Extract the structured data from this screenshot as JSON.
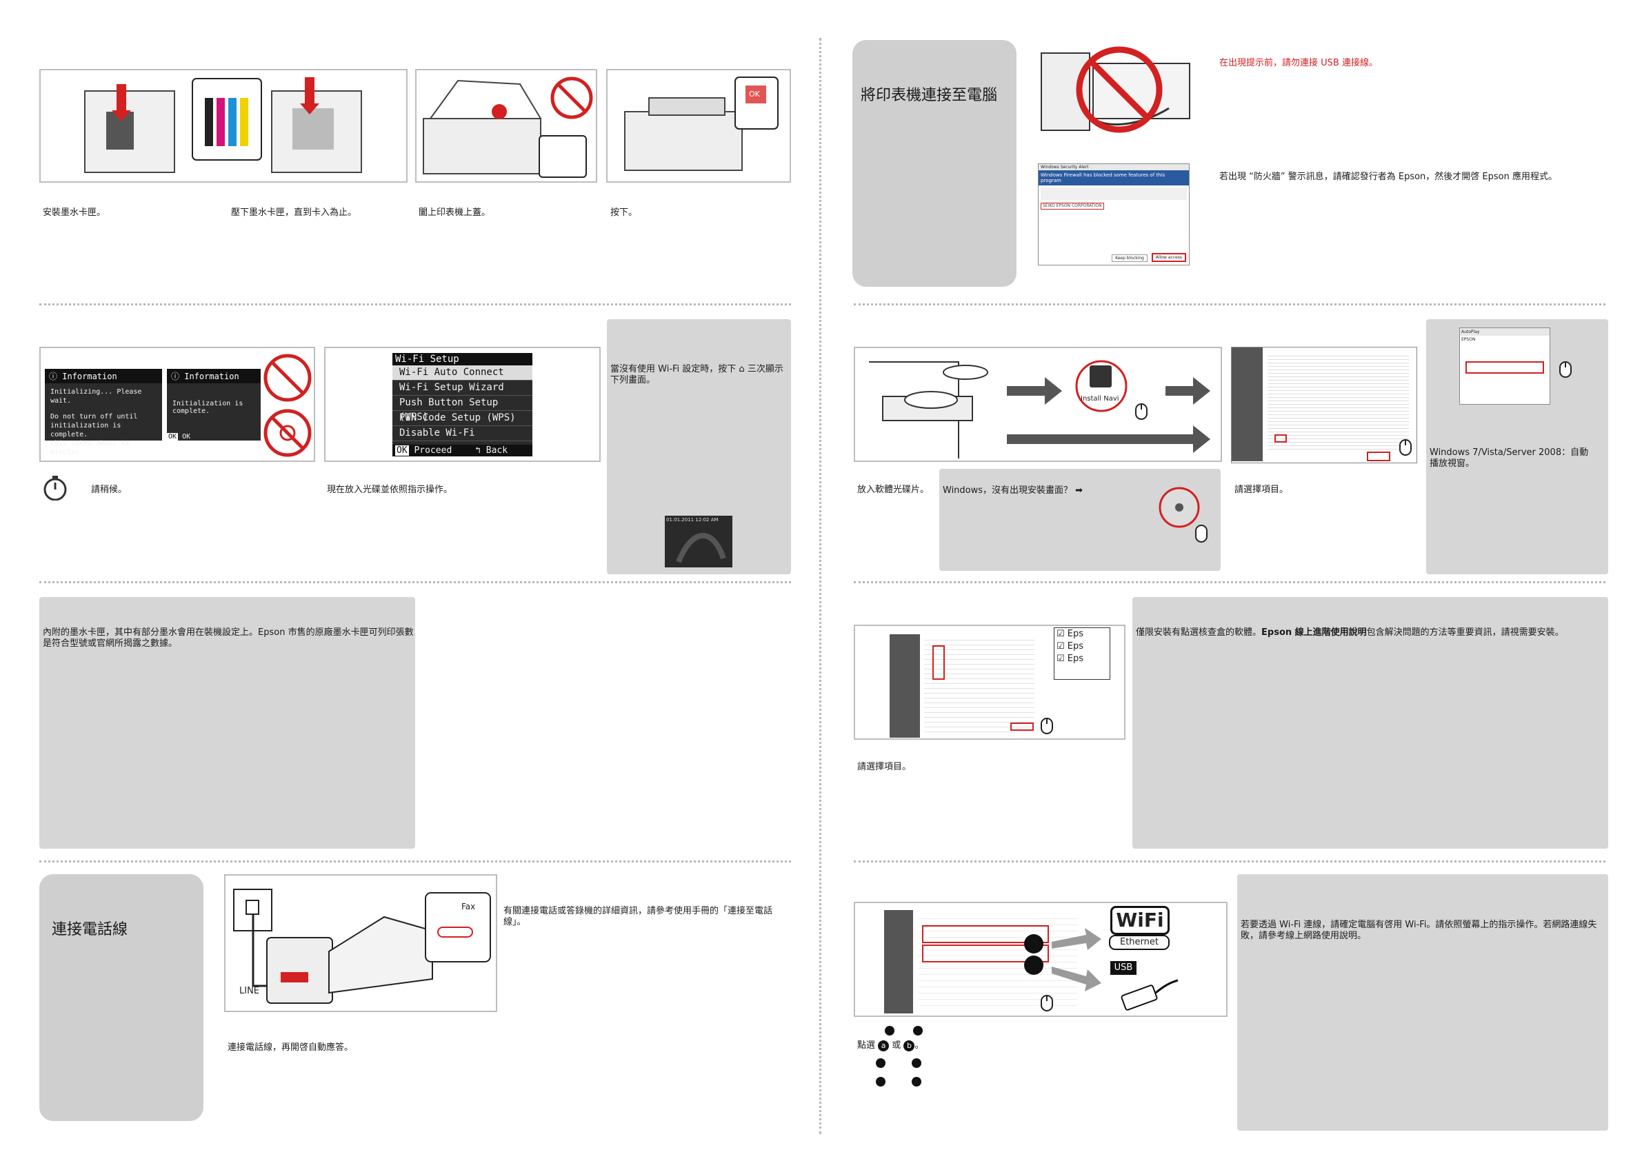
{
  "left": {
    "row1": {
      "cap1": "安裝墨水卡匣。",
      "cap2": "壓下墨水卡匣，直到卡入為止。",
      "cap3": "闔上印表機上蓋。",
      "cap4": "按下",
      "cap4_end": "。",
      "ok_label": "OK"
    },
    "row2": {
      "info_title": "Information",
      "info_lines": [
        "Initializing... Please wait.",
        "Do not turn off until",
        "initialization is complete.",
        "This takes about XX minutes."
      ],
      "info2_text": "Initialization is complete.",
      "ok_btn": "OK",
      "ok_btn_label": "OK",
      "wifi_title": "Wi-Fi Setup",
      "wifi_items": [
        "Wi-Fi Auto Connect",
        "Wi-Fi Setup Wizard",
        "Push Button Setup (WPS)",
        "PIN Code Setup (WPS)",
        "Disable Wi-Fi"
      ],
      "wifi_proceed": "Proceed",
      "wifi_back": "Back",
      "wait_text": "請稍候。",
      "insert_text": "現在放入光碟並依照指示操作。",
      "note_text": "當沒有使用 Wi-Fi 設定時，按下",
      "note_text2": "三次顯示下列畫面。",
      "screen_time": "01.01.2011  12:02 AM"
    },
    "row3": {
      "note": "內附的墨水卡匣，其中有部分墨水會用在裝機設定上。Epson 市售的原廠墨水卡匣可列印張數是符合型號或官網所揭露之數據。"
    },
    "row4": {
      "title": "連接電話線",
      "fax_label": "Fax",
      "line_label": "LINE",
      "caption": "連接電話線，再開啓自動應答。",
      "side_text": "有關連接電話或答錄機的詳細資訊，請參考使用手冊的「連接至電話線」。"
    }
  },
  "right": {
    "row1": {
      "title": "將印表機連接至電腦",
      "warn_usb": "在出現提示前，請勿連接 USB 連接線。",
      "firewall_text": "若出現 “防火牆” 警示訊息，請確認發行者為 Epson，然後才開啓 Epson 應用程式。",
      "dialog_title": "Windows Security Alert",
      "dialog_header": "Windows Firewall has blocked some features of this program",
      "dialog_publisher": "SEIKO EPSON CORPORATION",
      "dialog_allow": "Allow access",
      "dialog_keep": "Keep blocking"
    },
    "row2": {
      "install_navi": "Install Navi",
      "insert_cd": "放入軟體光碟片。",
      "no_screen": "Windows，沒有出現安裝畫面？",
      "select_item": "請選擇項目。",
      "win7_text": "Windows 7/Vista/Server 2008：自動播放視窗。",
      "autoplay_item": "EPSON"
    },
    "row3": {
      "select_item": "請選擇項目。",
      "install_text_a": "僅限安裝有點選核查盒的軟體。",
      "install_text_b": "Epson 線上進階使用說明",
      "install_text_c": "包含解決問題的方法等重要資訊，請視需要安裝。",
      "check_items": [
        "Eps",
        "Eps",
        "Eps"
      ]
    },
    "row4": {
      "wifi_logo": "WiFi",
      "ethernet_label": "Ethernet",
      "usb_label": "USB",
      "click_text": "點選",
      "a_label": "a",
      "or_label": "或",
      "b_label": "b",
      "end_mark": "。",
      "side_text": "若要透過 Wi-Fi 連線，請確定電腦有啓用 Wi-Fi。請依照螢幕上的指示操作。若網路連線失敗，請參考線上網路使用說明。"
    }
  },
  "colors": {
    "accent_red": "#d32020",
    "panel_grey": "#d6d6d6"
  }
}
